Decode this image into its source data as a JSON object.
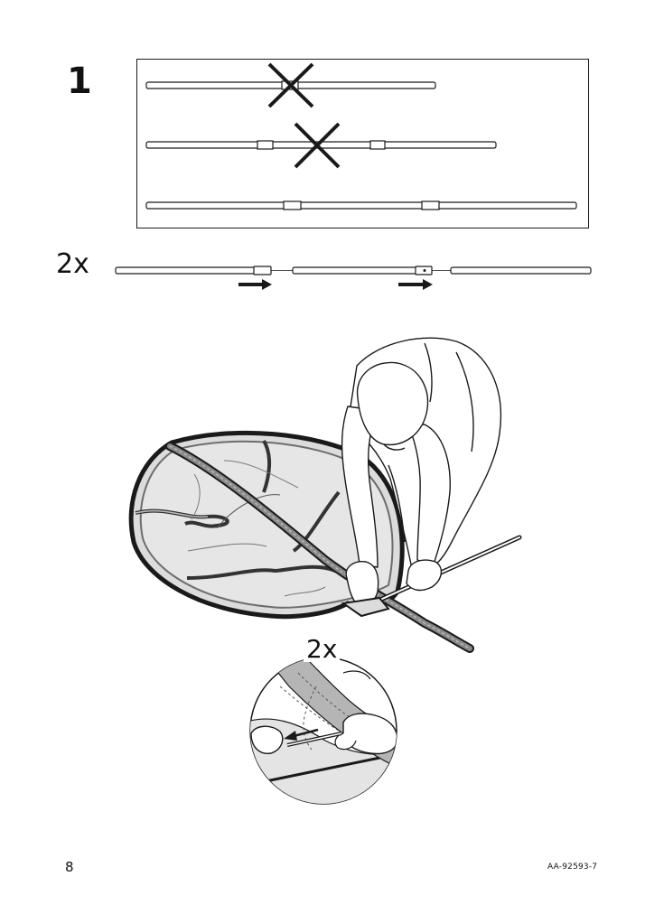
{
  "step": {
    "number": "1"
  },
  "multipliers": {
    "pole_assembly": "2x",
    "detail": "2x"
  },
  "footer": {
    "page_number": "8",
    "document_code": "AA-92593-7"
  },
  "icons": {
    "wrong": "cross-mark-icon",
    "direction": "arrow-right-icon"
  },
  "colors": {
    "line": "#1a1a1a",
    "fabric": "#d6d6d6",
    "edge": "#555555"
  }
}
